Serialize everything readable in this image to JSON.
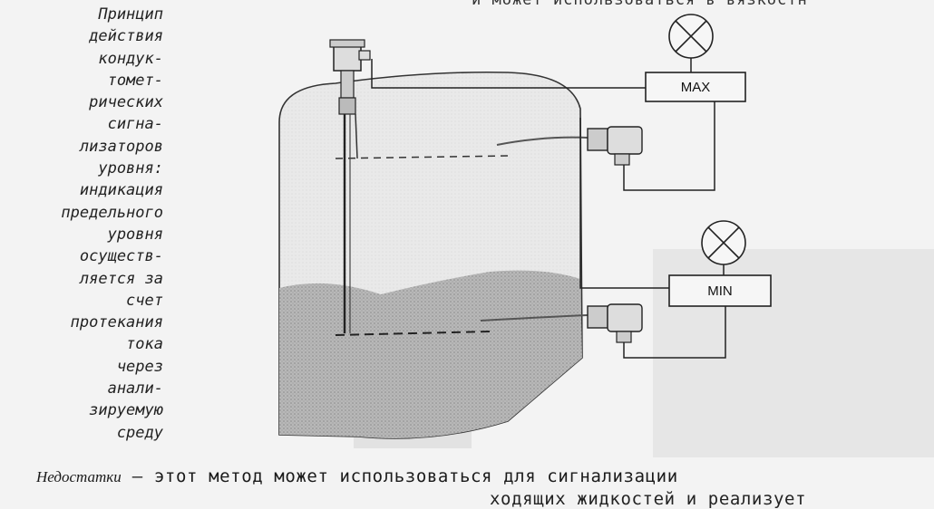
{
  "sidebar": {
    "lines": [
      "Принцип",
      "действия",
      "кондук-",
      "томет-",
      "рических",
      "сигна-",
      "лизаторов",
      "уровня:",
      "индикация",
      "предельного",
      "уровня",
      "осуществ-",
      "ляется за",
      "счет",
      "протекания",
      "тока",
      "через",
      "анали-",
      "зируемую",
      "среду"
    ]
  },
  "top_partial_text": "и может использоваться в вязкостн",
  "diagram": {
    "max_label": "MAX",
    "min_label": "MIN"
  },
  "bottom": {
    "lead": "Недостатки",
    "text": " – этот метод может использоваться для сигнализации",
    "line2": "ходящих жидкостей и реализует"
  }
}
